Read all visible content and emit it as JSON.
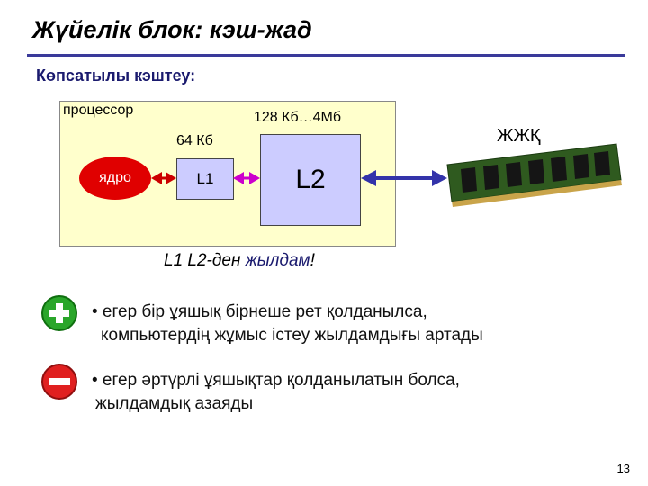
{
  "slide": {
    "title": "Жүйелік блок: кэш-жад",
    "subtitle": "Көпсатылы кэштеу:",
    "page_number": "13"
  },
  "diagram": {
    "processor_label": "процессор",
    "l2_size": "128 Кб…4Мб",
    "l1_size": "64 Кб",
    "core_label": "ядро",
    "l1_label": "L1",
    "l2_label": "L2",
    "ram_label": "ЖЖҚ"
  },
  "summary": {
    "prefix": "L1  L2-ден ",
    "highlight": "жылдам",
    "suffix": "!"
  },
  "bullets": [
    {
      "sign": "plus",
      "line1": "• егер бір ұяшық бірнеше рет қолданылса,",
      "line2": "компьютердің жұмыс істеу жылдамдығы артады"
    },
    {
      "sign": "minus",
      "line1": "• егер әртүрлі ұяшықтар қолданылатын болса,",
      "line2": "жылдамдық азаяды"
    }
  ],
  "colors": {
    "core": "#e00000",
    "cache": "#ccccff",
    "processor_bg": "#ffffcc",
    "arrow_core_l1": "#cc0000",
    "arrow_l1_l2": "#cc00cc",
    "arrow_l2_ram": "#3333aa",
    "plus": "#2aa62a",
    "minus": "#e02020"
  },
  "icons": [
    "plus-icon",
    "minus-icon",
    "ram-module-icon"
  ]
}
